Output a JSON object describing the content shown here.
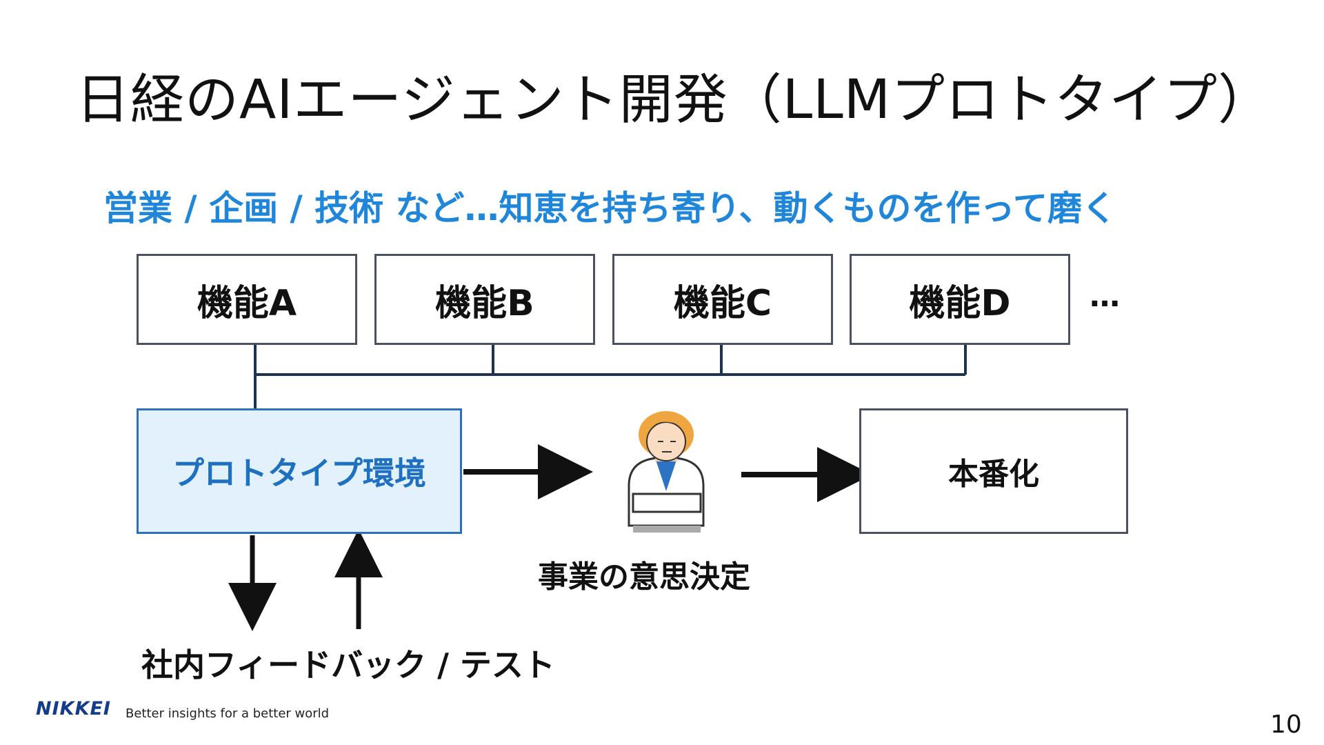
{
  "slide": {
    "title": "日経のAIエージェント開発（LLMプロトタイプ）",
    "subtitle": "営業 / 企画 / 技術 など…知恵を持ち寄り、動くものを作って磨く",
    "page_number": "10"
  },
  "features": {
    "a": "機能A",
    "b": "機能B",
    "c": "機能C",
    "d": "機能D",
    "more": "…"
  },
  "flow": {
    "prototype_env": "プロトタイプ環境",
    "decision": "事業の意思決定",
    "production": "本番化",
    "feedback": "社内フィードバック / テスト"
  },
  "footer": {
    "logo": "NIKKEI",
    "tagline": "Better insights for a better world"
  },
  "colors": {
    "accent_blue": "#1f86d9",
    "prototype_fill": "#e3f1fc",
    "prototype_border": "#2d6fba",
    "line": "#1d3350"
  },
  "icons": {
    "person": "person-arms-crossed-icon"
  }
}
